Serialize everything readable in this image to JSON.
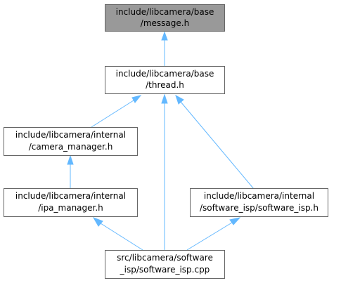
{
  "nodes": {
    "message": {
      "line1": "include/libcamera/base",
      "line2": "/message.h"
    },
    "thread": {
      "line1": "include/libcamera/base",
      "line2": "/thread.h"
    },
    "camera_manager": {
      "line1": "include/libcamera/internal",
      "line2": "/camera_manager.h"
    },
    "ipa_manager": {
      "line1": "include/libcamera/internal",
      "line2": "/ipa_manager.h"
    },
    "software_isp_h": {
      "line1": "include/libcamera/internal",
      "line2": "/software_isp/software_isp.h"
    },
    "software_isp_cpp": {
      "line1": "src/libcamera/software",
      "line2": "_isp/software_isp.cpp"
    }
  },
  "colors": {
    "edge": "#63b8ff",
    "highlight_fill": "#999999",
    "border": "#666666"
  }
}
